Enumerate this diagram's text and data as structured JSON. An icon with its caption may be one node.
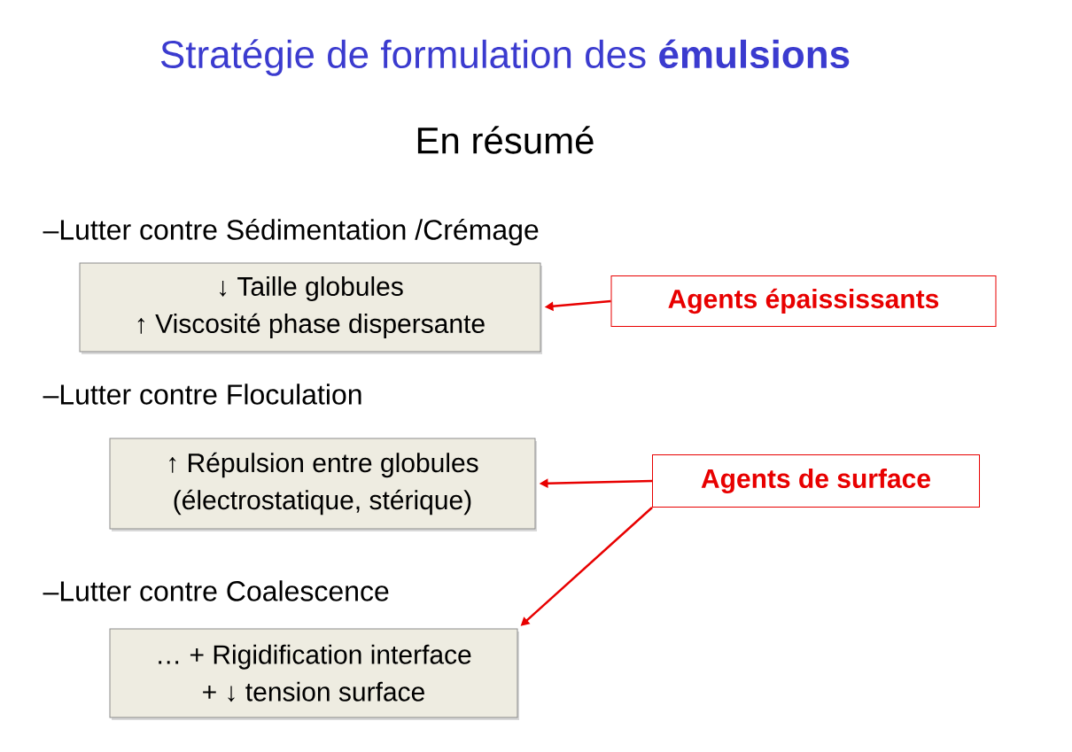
{
  "diagram": {
    "title": "Stratégie de formulation des **émulsions**",
    "nodes": [
      {
        "text": [
          "↓ Taille globules",
          "↑ Viscosité phase dispersante"
        ]
      },
      {
        "text": [
          "Agents épaississants"
        ]
      },
      {
        "text": [
          "↑ Répulsion entre globules",
          "(électrostatique, stérique)"
        ]
      },
      {
        "text": [
          "Agents de surface"
        ]
      },
      {
        "text": [
          "… + Rigidification interface",
          "+ ↓ tension surface"
        ]
      }
    ],
    "edges": [
      {
        "from": 1,
        "to": 0,
        "arrow": "to"
      },
      {
        "from": 3,
        "to": 2,
        "arrow": "to"
      },
      {
        "from": 3,
        "to": 4,
        "arrow": "to"
      }
    ],
    "labels": [
      "En résumé",
      "–Lutter contre Sédimentation /Crémage",
      "–Lutter contre Floculation",
      "–Lutter contre Coalescence"
    ]
  }
}
